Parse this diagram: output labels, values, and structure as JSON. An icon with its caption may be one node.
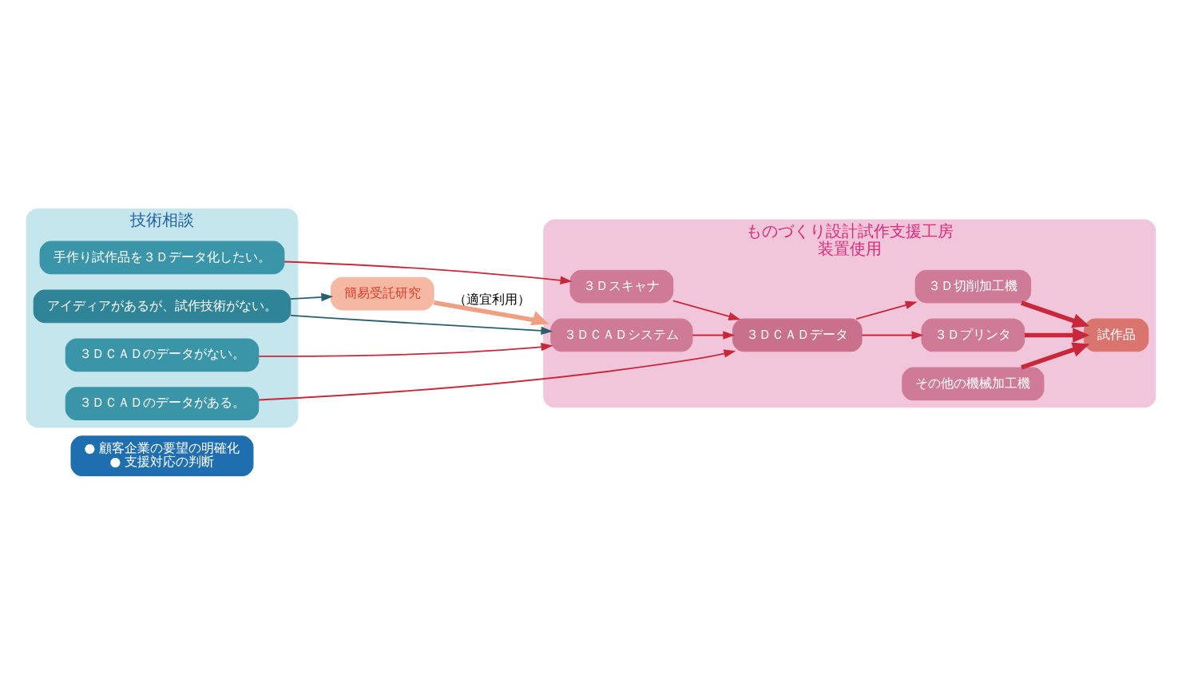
{
  "diagram": {
    "nodes": [
      {
        "text": [
          "● 顧客企業の要望の明確化",
          "● 支援対応の判断"
        ]
      },
      {
        "text": [
          "技術相談"
        ]
      },
      {
        "text": [
          "アイディアがあるが、試作技術がない。"
        ],
        "in": 1
      },
      {
        "text": [
          "３ＤＣＡＤのデータがある。"
        ],
        "in": 1
      },
      {
        "text": [
          "３ＤＣＡＤのデータがない。"
        ],
        "in": 1
      },
      {
        "text": [
          "手作り試作品を３Ｄデータ化したい。"
        ],
        "in": 1
      },
      {
        "text": [
          "簡易受託研究"
        ]
      },
      {
        "text": [
          "ものづくり設計試作支援工房",
          "装置使用"
        ]
      },
      {
        "text": [
          "３ＤＣＡＤシステム"
        ],
        "in": 7
      },
      {
        "text": [
          "３Ｄスキャナ"
        ],
        "in": 7
      },
      {
        "text": [
          "３ＤＣＡＤデータ"
        ],
        "in": 7
      },
      {
        "text": [
          "３Ｄプリンタ"
        ],
        "in": 7
      },
      {
        "text": [
          "３Ｄ切削加工機"
        ],
        "in": 7
      },
      {
        "text": [
          "その他の機械加工機"
        ],
        "in": 7
      },
      {
        "text": [
          "試作品"
        ],
        "in": 7
      }
    ],
    "edges": [
      {
        "from": 2,
        "to": 6,
        "arrow": "to",
        "color": "#2c5f6e"
      },
      {
        "from": 2,
        "to": 8,
        "arrow": "to",
        "color": "#2c5f6e"
      },
      {
        "from": 3,
        "to": 10,
        "arrow": "to"
      },
      {
        "from": 4,
        "to": 8,
        "arrow": "to"
      },
      {
        "from": 5,
        "to": 9,
        "arrow": "to"
      },
      {
        "from": 6,
        "to": 7,
        "arrow": "to",
        "label": "（適宜利用）",
        "style": "thick",
        "color": "#f0a080"
      },
      {
        "from": 8,
        "to": 10,
        "arrow": "to"
      },
      {
        "from": 9,
        "to": 10,
        "arrow": "to"
      },
      {
        "from": 10,
        "to": 11,
        "arrow": "to"
      },
      {
        "from": 10,
        "to": 12,
        "arrow": "to"
      },
      {
        "from": 11,
        "to": 14,
        "arrow": "to",
        "style": "thick"
      },
      {
        "from": 12,
        "to": 14,
        "arrow": "to",
        "style": "thick"
      },
      {
        "from": 13,
        "to": 14,
        "arrow": "to",
        "style": "thick"
      }
    ]
  }
}
